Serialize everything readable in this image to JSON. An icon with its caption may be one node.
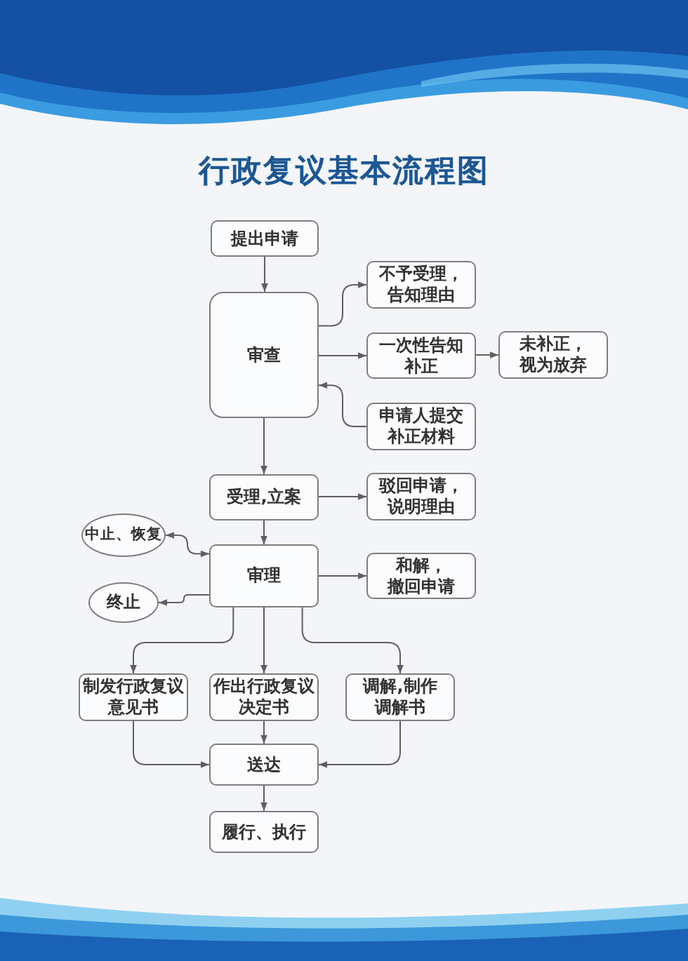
{
  "diagram": {
    "title": "行政复议基本流程图",
    "nodes": [
      {
        "text": [
          "提出申请"
        ]
      },
      {
        "text": [
          "审查"
        ]
      },
      {
        "text": [
          "不予受理，告知理由"
        ]
      },
      {
        "text": [
          "一次性告知补正"
        ]
      },
      {
        "text": [
          "未补正，视为放弃"
        ]
      },
      {
        "text": [
          "申请人提交补正材料"
        ]
      },
      {
        "text": [
          "受理,立案"
        ]
      },
      {
        "text": [
          "驳回申请，说明理由"
        ]
      },
      {
        "text": [
          "中止、恢复"
        ]
      },
      {
        "text": [
          "审理"
        ]
      },
      {
        "text": [
          "和解，撤回申请"
        ]
      },
      {
        "text": [
          "终止"
        ]
      },
      {
        "text": [
          "制发行政复议意见书"
        ]
      },
      {
        "text": [
          "作出行政复议决定书"
        ]
      },
      {
        "text": [
          "调解,制作调解书"
        ]
      },
      {
        "text": [
          "送达"
        ]
      },
      {
        "text": [
          "履行、执行"
        ]
      }
    ],
    "edges": [
      {
        "from": 0,
        "to": 1,
        "arrow": "to"
      },
      {
        "from": 1,
        "to": 2,
        "arrow": "to"
      },
      {
        "from": 1,
        "to": 3,
        "arrow": "to"
      },
      {
        "from": 3,
        "to": 4,
        "arrow": "to"
      },
      {
        "from": 5,
        "to": 1,
        "arrow": "to"
      },
      {
        "from": 1,
        "to": 6,
        "arrow": "to"
      },
      {
        "from": 6,
        "to": 7,
        "arrow": "to"
      },
      {
        "from": 6,
        "to": 9,
        "arrow": "to"
      },
      {
        "from": 9,
        "to": 8,
        "arrow": "both"
      },
      {
        "from": 9,
        "to": 11,
        "arrow": "to"
      },
      {
        "from": 9,
        "to": 10,
        "arrow": "to"
      },
      {
        "from": 9,
        "to": 12,
        "arrow": "to"
      },
      {
        "from": 9,
        "to": 13,
        "arrow": "to"
      },
      {
        "from": 9,
        "to": 14,
        "arrow": "to"
      },
      {
        "from": 12,
        "to": 15,
        "arrow": "to"
      },
      {
        "from": 13,
        "to": 15,
        "arrow": "to"
      },
      {
        "from": 14,
        "to": 15,
        "arrow": "to"
      },
      {
        "from": 15,
        "to": 16,
        "arrow": "to"
      }
    ]
  }
}
